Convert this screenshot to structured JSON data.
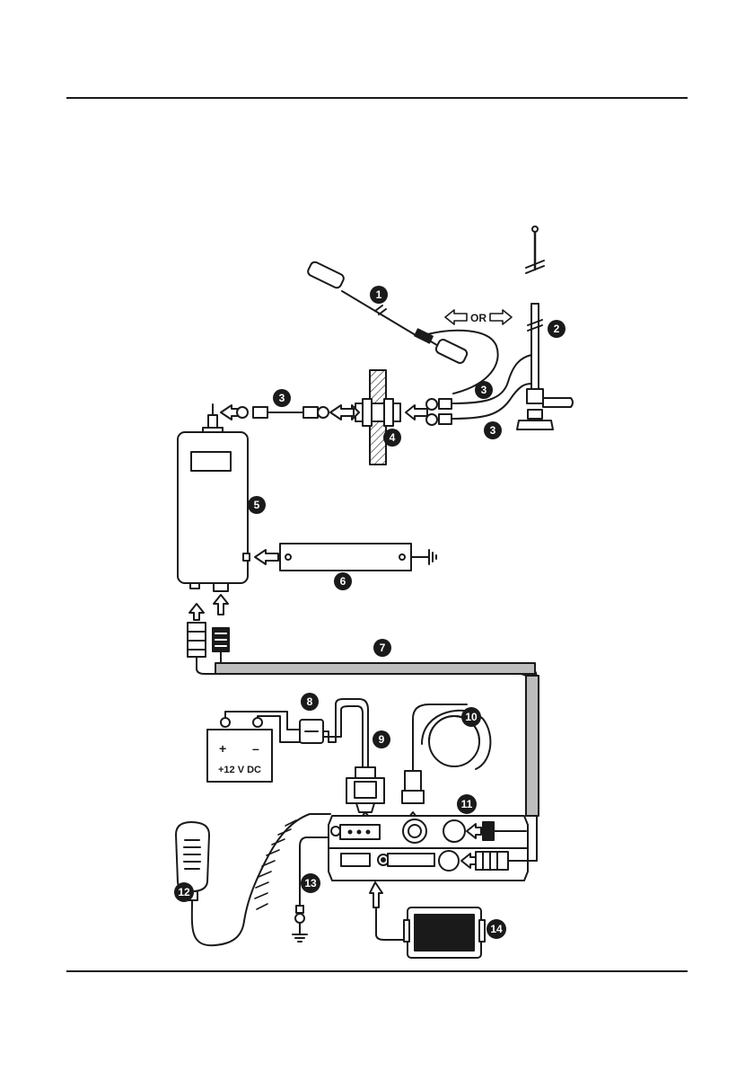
{
  "diagram": {
    "or_label": "OR",
    "battery": {
      "plus": "+",
      "minus": "–",
      "voltage": "+12 V DC"
    },
    "callouts": [
      "1",
      "2",
      "3",
      "3",
      "3",
      "4",
      "5",
      "6",
      "7",
      "8",
      "9",
      "10",
      "11",
      "12",
      "13",
      "14"
    ]
  },
  "colors": {
    "ink": "#1a1a1a",
    "paper": "#ffffff",
    "grey": "#bdbdbd"
  }
}
